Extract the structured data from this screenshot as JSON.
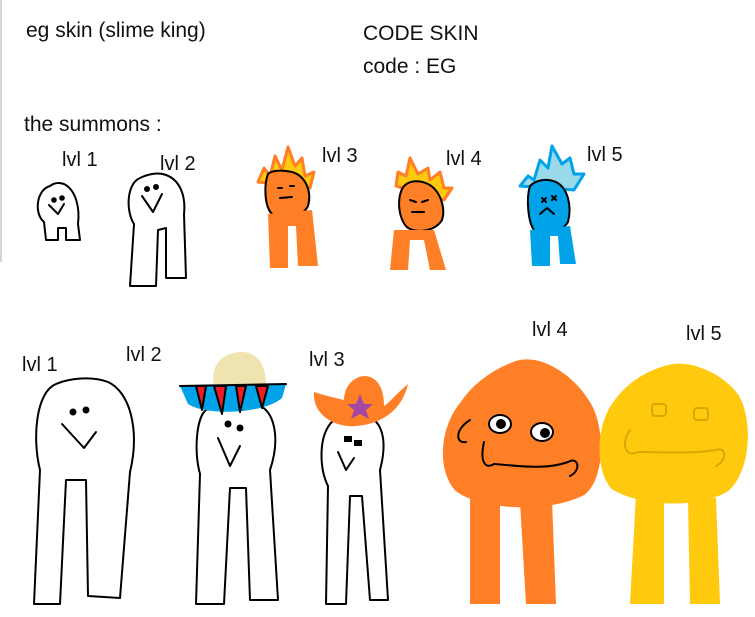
{
  "header": {
    "skin_name": "eg skin (slime king)",
    "code_title": "CODE SKIN",
    "code_line": "code : EG"
  },
  "summons_heading": "the summons :",
  "row1": {
    "levels": [
      "lvl 1",
      "lvl 2",
      "lvl 3",
      "lvl 4",
      "lvl 5"
    ]
  },
  "row2": {
    "levels": [
      "lvl 1",
      "lvl 2",
      "lvl 3",
      "lvl 4",
      "lvl 5"
    ]
  },
  "colors": {
    "orange": "#ff7f27",
    "fire": "#ffc90e",
    "blue_body": "#00a2e8",
    "blue_fire": "#99d9ea",
    "gold": "#ffc90e",
    "gold_outline": "#d8a800",
    "sombrero_top": "#efe4b0",
    "sombrero_red": "#ed1c24",
    "sombrero_teal": "#00a2e8",
    "star": "#a349a4",
    "outline": "#000000"
  }
}
